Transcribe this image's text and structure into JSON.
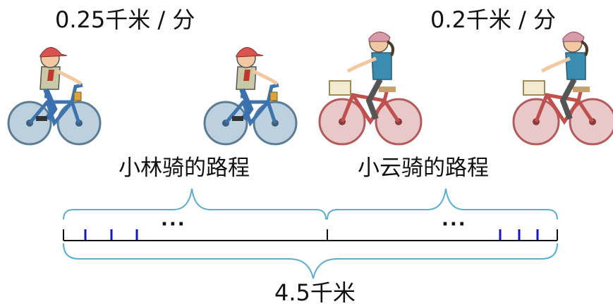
{
  "speeds": {
    "left": "0.25千米 / 分",
    "right": "0.2千米 / 分"
  },
  "labels": {
    "lin": "小林骑的路程",
    "yun": "小云骑的路程"
  },
  "dots": {
    "left": "···",
    "right": "···"
  },
  "total": "4.5千米",
  "colors": {
    "brace": "#5aaed0",
    "tick": "#1515c8",
    "line": "#111111"
  }
}
